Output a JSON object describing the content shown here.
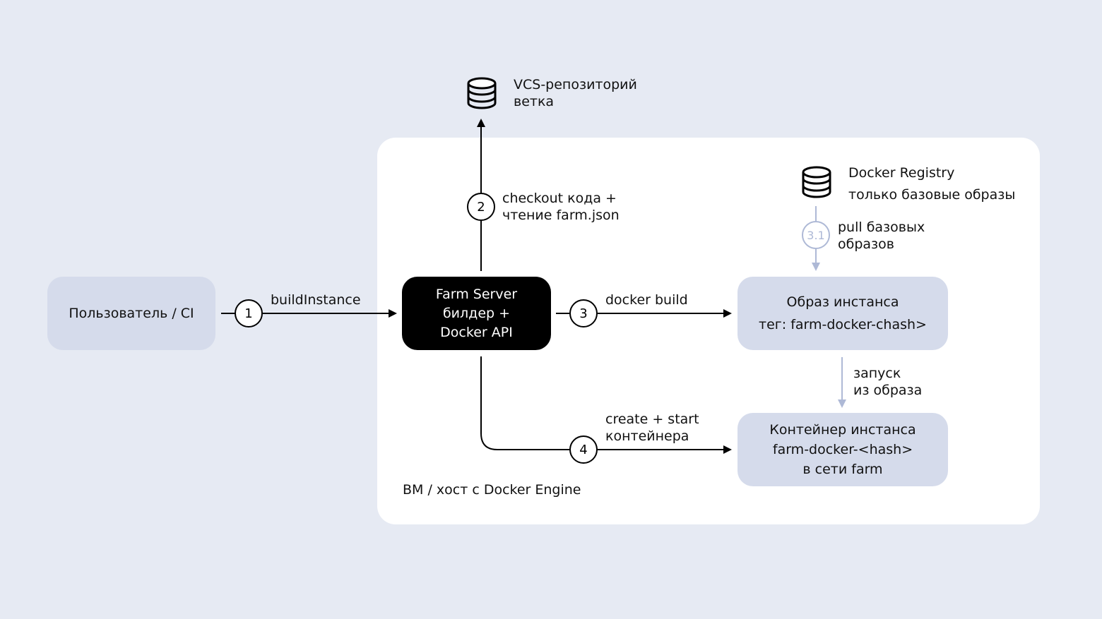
{
  "panel": {
    "caption": "ВМ / хост с Docker Engine"
  },
  "nodes": {
    "user": {
      "label": "Пользователь / CI"
    },
    "farm_server": {
      "line1": "Farm Server",
      "line2": "билдер +",
      "line3": "Docker API"
    },
    "image": {
      "line1": "Образ инстанса",
      "line2": "тег: farm-docker-chash>"
    },
    "container": {
      "line1": "Контейнер инстанса",
      "line2": "farm-docker-<hash>",
      "line3": "в сети farm"
    }
  },
  "stores": {
    "vcs": {
      "line1": "VCS-репозиторий",
      "line2": "ветка",
      "icon": "database-icon"
    },
    "registry": {
      "line1": "Docker Registry",
      "line2": "только базовые образы",
      "icon": "database-icon"
    }
  },
  "edges": {
    "build_instance": {
      "step": "1",
      "line1": "buildInstance"
    },
    "checkout": {
      "step": "2",
      "line1": "checkout кода +",
      "line2": "чтение farm.json"
    },
    "docker_build": {
      "step": "3",
      "line1": "docker build"
    },
    "pull": {
      "step": "3.1",
      "line1": "pull базовых",
      "line2": "образов"
    },
    "create_start": {
      "step": "4",
      "line1": "create + start",
      "line2": "контейнера"
    },
    "run_from_image": {
      "line1": "запуск",
      "line2": "из образа"
    }
  },
  "colors": {
    "background": "#e6eaf3",
    "panel": "#ffffff",
    "node": "#d5dbeb",
    "dark_node": "#000000",
    "muted_line": "#aeb9d6"
  }
}
